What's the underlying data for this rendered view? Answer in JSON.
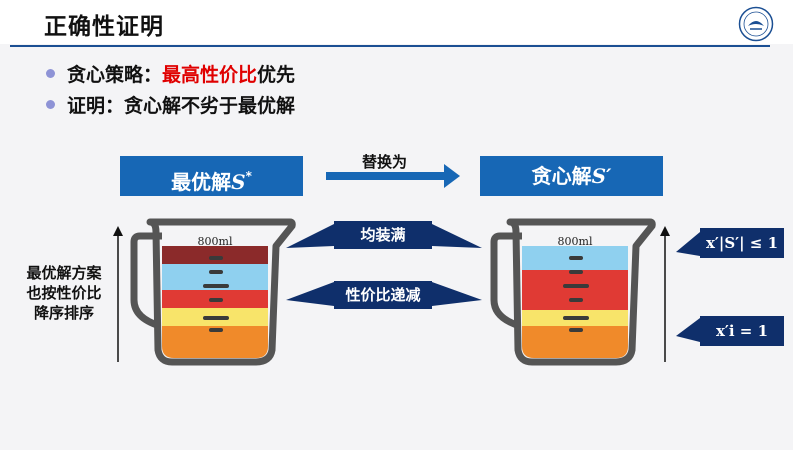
{
  "slide": {
    "title": "正确性证明",
    "bullets": [
      {
        "prefix": "贪心策略：",
        "highlight": "最高性价比",
        "suffix": "优先"
      },
      {
        "prefix": "证明：贪心解不劣于最优解",
        "highlight": "",
        "suffix": ""
      }
    ]
  },
  "diagram": {
    "left_box": {
      "label": "最优解",
      "symbol": "S",
      "sup": "*"
    },
    "right_box": {
      "label": "贪心解",
      "symbol": "S′"
    },
    "replace_label": "替换为",
    "side_text_lines": [
      "最优解方案",
      "也按性价比",
      "降序排序"
    ],
    "callout_top": "均装满",
    "callout_bottom": "性价比递减",
    "cup_left_label": "800ml",
    "cup_right_label": "800ml",
    "math_top": "x′|S′| ≤ 1",
    "math_bottom": "x′i = 1",
    "colors": {
      "accent": "#1767b5",
      "callout": "#0f2f6b",
      "highlight": "#e00000",
      "layer_brown": "#8b2a2a",
      "layer_lightblue": "#8fd0ef",
      "layer_red": "#e03a34",
      "layer_yellow": "#f8e46a",
      "layer_orange": "#f08a2a"
    }
  }
}
